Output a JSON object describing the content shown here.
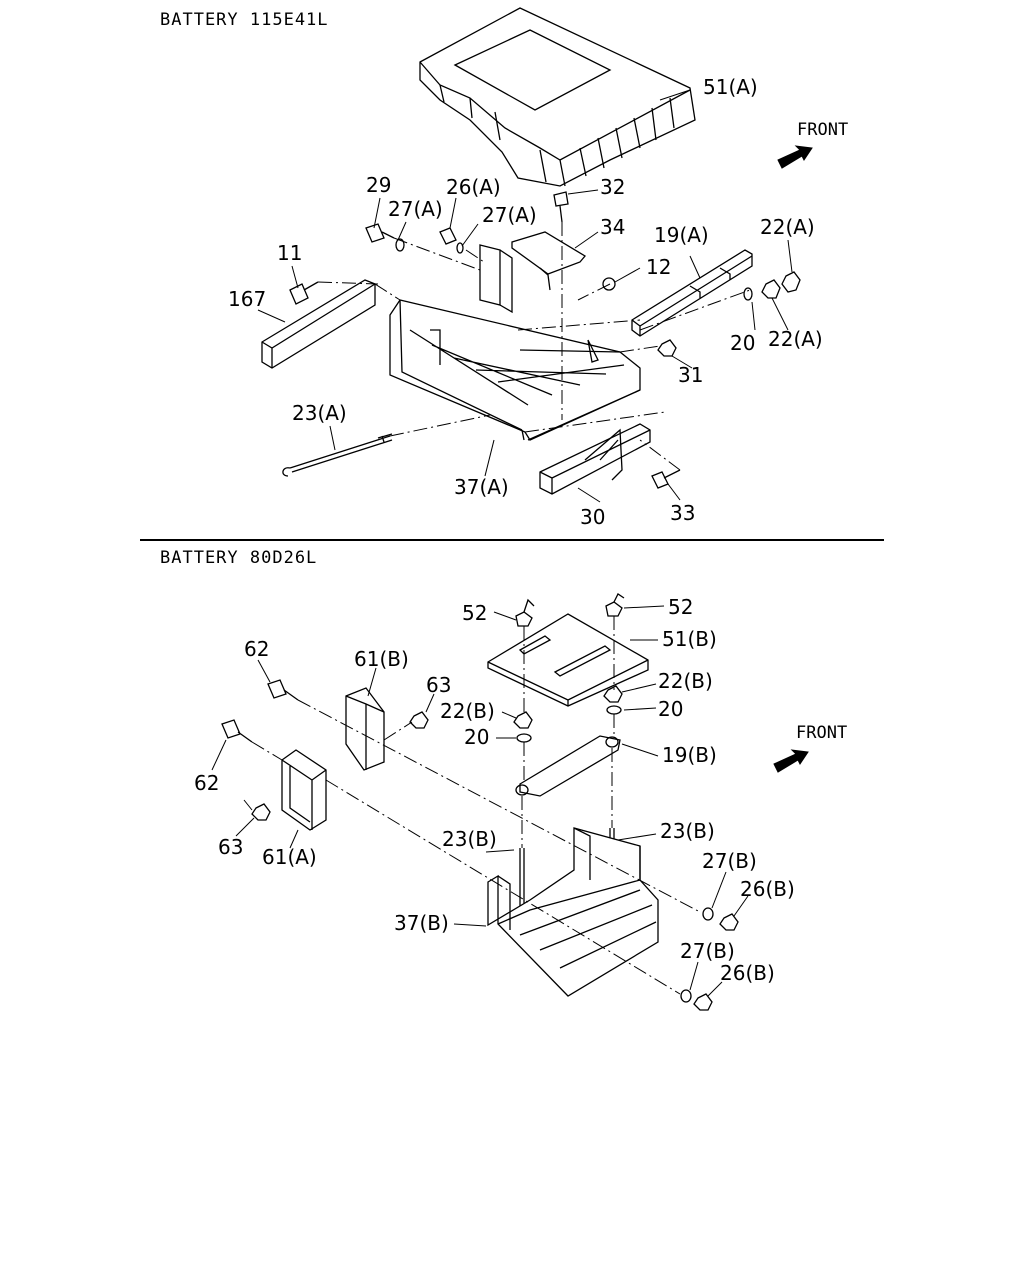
{
  "sections": [
    {
      "title": "BATTERY  115E41L",
      "front_label": "FRONT",
      "parts": [
        "51(A)",
        "29",
        "26(A)",
        "32",
        "27(A)",
        "27(A)",
        "34",
        "19(A)",
        "22(A)",
        "11",
        "12",
        "167",
        "22(A)",
        "20",
        "31",
        "23(A)",
        "37(A)",
        "30",
        "33"
      ]
    },
    {
      "title": "BATTERY  80D26L",
      "front_label": "FRONT",
      "parts": [
        "52",
        "52",
        "51(B)",
        "62",
        "61(B)",
        "63",
        "22(B)",
        "22(B)",
        "20",
        "20",
        "19(B)",
        "62",
        "63",
        "61(A)",
        "23(B)",
        "23(B)",
        "27(B)",
        "26(B)",
        "37(B)",
        "27(B)",
        "26(B)"
      ]
    }
  ]
}
